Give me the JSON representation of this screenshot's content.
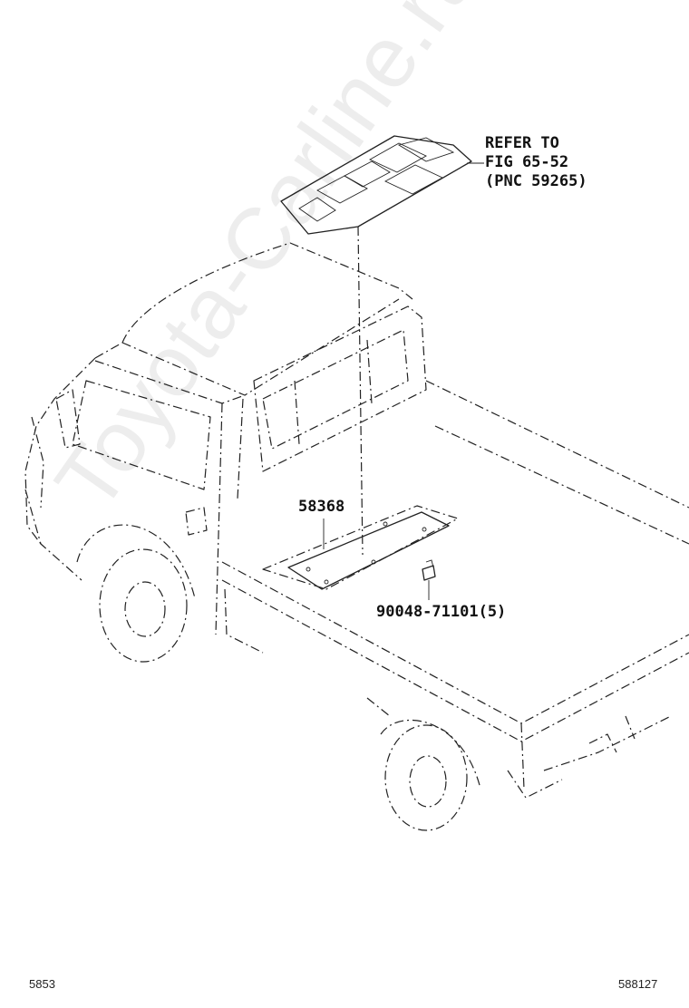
{
  "callouts": {
    "ref_line1": "REFER TO",
    "ref_line2": "FIG 65-52",
    "ref_line3": "(PNC 59265)",
    "part_mat": "58368",
    "part_clip": "90048-71101(5)"
  },
  "footer": {
    "left_code": "5853",
    "right_code": "588127"
  },
  "watermark": "Toyota-Carline.ru"
}
